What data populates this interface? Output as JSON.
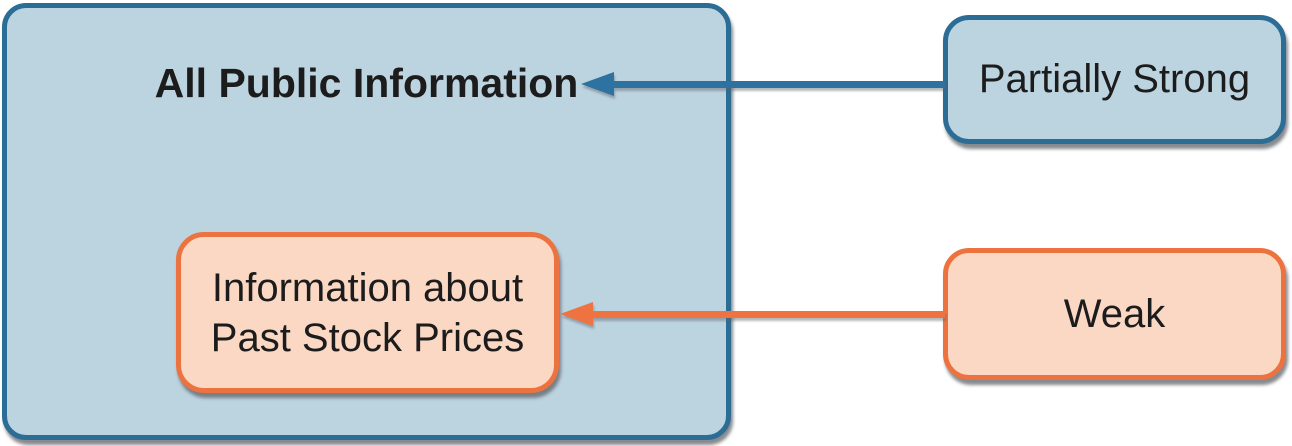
{
  "figure": {
    "main_box": {
      "title": "All Public Information"
    },
    "inner_box": {
      "line1": "Information about",
      "line2": "Past Stock Prices"
    },
    "right_boxes": {
      "partially_strong": "Partially Strong",
      "weak": "Weak"
    },
    "colors": {
      "blue_fill": "#bcd3e0",
      "blue_border": "#2b6d95",
      "blue_arrow": "#2d72a1",
      "peach_fill": "#fbd8c4",
      "orange_border": "#ec7340",
      "orange_arrow": "#ee7340",
      "text": "#1c1c1c",
      "shadow": "rgba(95,99,105,0.75)",
      "background": "#ffffff"
    }
  }
}
